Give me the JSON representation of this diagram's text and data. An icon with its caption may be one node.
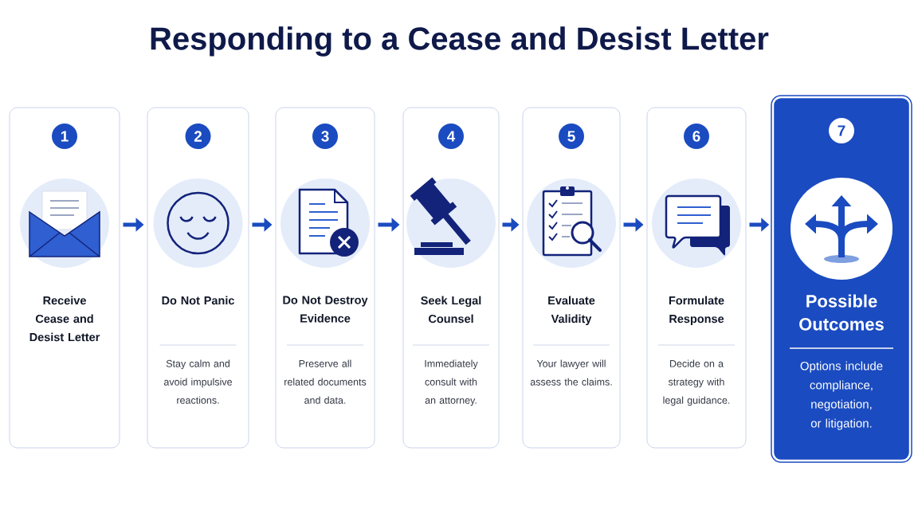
{
  "diagram": {
    "title": "Responding to a Cease and Desist Letter",
    "nodes": [
      {
        "text": [
          "1",
          "Receive Cease and Desist Letter"
        ]
      },
      {
        "text": [
          "2",
          "Do Not Panic",
          "Stay calm and avoid impulsive reactions."
        ]
      },
      {
        "text": [
          "3",
          "Do Not Destroy Evidence",
          "Preserve all related documents and data."
        ]
      },
      {
        "text": [
          "4",
          "Seek Legal Counsel",
          "Immediately consult with an attorney."
        ]
      },
      {
        "text": [
          "5",
          "Evaluate Validity",
          "Your lawyer will assess the claims."
        ]
      },
      {
        "text": [
          "6",
          "Formulate Response",
          "Decide on a strategy with legal guidance."
        ]
      },
      {
        "text": [
          "7",
          "Possible Outcomes",
          "Options include compliance, negotiation, or litigation."
        ]
      }
    ],
    "edges": [
      {
        "from": 0,
        "to": 1,
        "arrow": "to"
      },
      {
        "from": 1,
        "to": 2,
        "arrow": "to"
      },
      {
        "from": 2,
        "to": 3,
        "arrow": "to"
      },
      {
        "from": 3,
        "to": 4,
        "arrow": "to"
      },
      {
        "from": 4,
        "to": 5,
        "arrow": "to"
      },
      {
        "from": 5,
        "to": 6,
        "arrow": "to"
      }
    ]
  }
}
